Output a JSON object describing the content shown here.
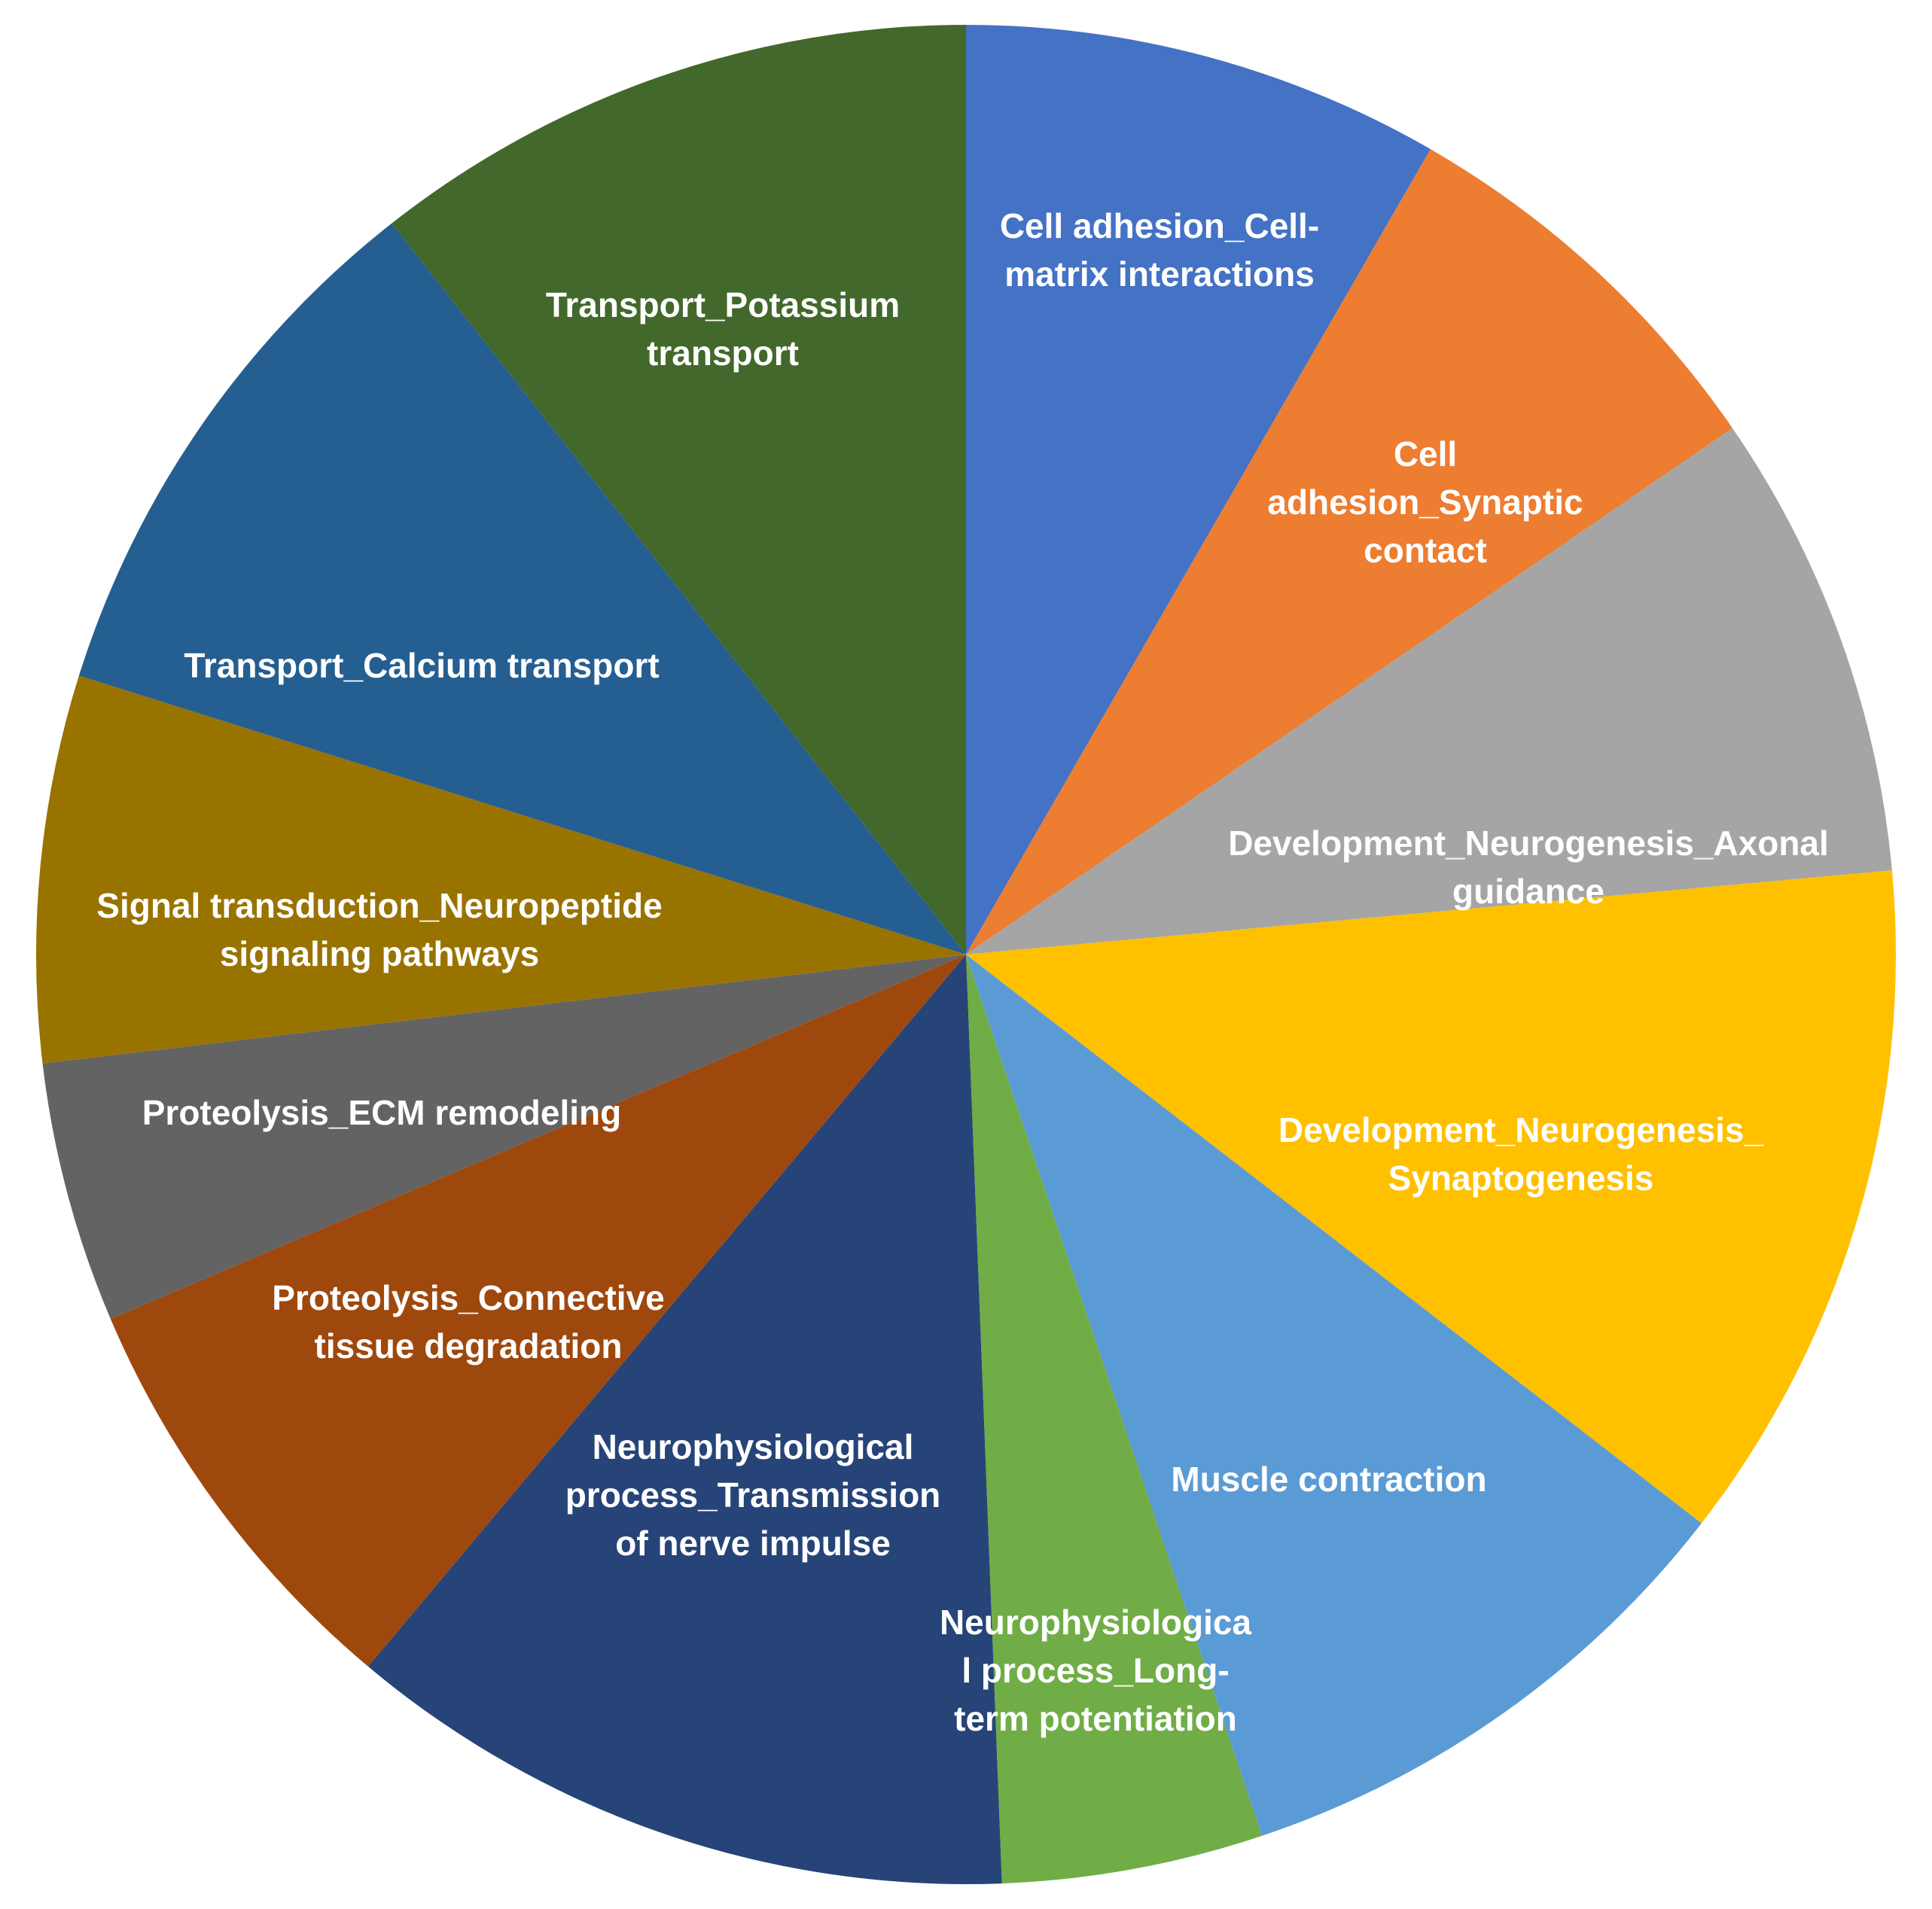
{
  "chart_data": {
    "type": "pie",
    "title": "",
    "start_angle_deg": 0,
    "direction": "clockwise",
    "legend": "none",
    "slices": [
      {
        "name": "Cell adhesion_Cell-matrix interactions",
        "value": 8.8,
        "color": "#4472C4",
        "label_lines": [
          "Cell adhesion_Cell-",
          "matrix interactions"
        ]
      },
      {
        "name": "Cell adhesion_Synaptic contact",
        "value": 7.5,
        "color": "#ED7D31",
        "label_lines": [
          "Cell",
          "adhesion_Synaptic",
          "contact"
        ]
      },
      {
        "name": "Development_Neurogenesis_Axonal guidance",
        "value": 8.6,
        "color": "#A5A5A5",
        "label_lines": [
          "Development_Neurogenesis_Axonal",
          "guidance"
        ]
      },
      {
        "name": "Development_Neurogenesis_Synaptogenesis",
        "value": 12.6,
        "color": "#FFC000",
        "label_lines": [
          "Development_Neurogenesis_",
          "Synaptogenesis"
        ]
      },
      {
        "name": "Muscle contraction",
        "value": 9.9,
        "color": "#5B9BD5",
        "label_lines": [
          "Muscle contraction"
        ]
      },
      {
        "name": "Neurophysiological process_Long-term potentiation",
        "value": 4.8,
        "color": "#70AD47",
        "label_lines": [
          "Neurophysiologica",
          "l process_Long-",
          "term potentiation"
        ]
      },
      {
        "name": "Neurophysiological process_Transmission of nerve impulse",
        "value": 12.4,
        "color": "#264478",
        "label_lines": [
          "Neurophysiological",
          "process_Transmission",
          "of nerve impulse"
        ]
      },
      {
        "name": "Proteolysis_Connective tissue degradation",
        "value": 7.9,
        "color": "#9E480E",
        "label_lines": [
          "Proteolysis_Connective",
          "tissue degradation"
        ]
      },
      {
        "name": "Proteolysis_ECM remodeling",
        "value": 4.8,
        "color": "#636363",
        "label_lines": [
          "Proteolysis_ECM remodeling"
        ]
      },
      {
        "name": "Signal transduction_Neuropeptide signaling pathways",
        "value": 7.1,
        "color": "#997300",
        "label_lines": [
          "Signal transduction_Neuropeptide",
          "signaling pathways"
        ]
      },
      {
        "name": "Transport_Calcium transport",
        "value": 10.1,
        "color": "#255E91",
        "label_lines": [
          "Transport_Calcium transport"
        ]
      },
      {
        "name": "Transport_Potassium transport",
        "value": 11.2,
        "color": "#43682B",
        "label_lines": [
          "Transport_Potassium",
          "transport"
        ]
      }
    ]
  }
}
